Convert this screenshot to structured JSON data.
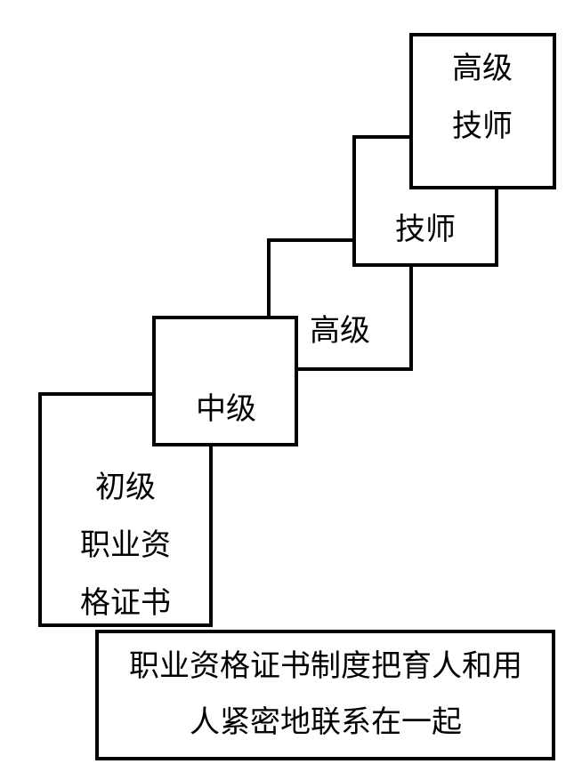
{
  "diagram": {
    "levels": {
      "senior_technician": {
        "line1": "高级",
        "line2": "技师"
      },
      "technician": {
        "label": "技师"
      },
      "senior": {
        "label": "高级"
      },
      "intermediate": {
        "label": "中级"
      },
      "junior": {
        "line1": "初级",
        "line2": "职业资",
        "line3": "格证书"
      }
    },
    "caption": {
      "line1": "职业资格证书制度把育人和用",
      "line2": "人紧密地联系在一起"
    }
  }
}
